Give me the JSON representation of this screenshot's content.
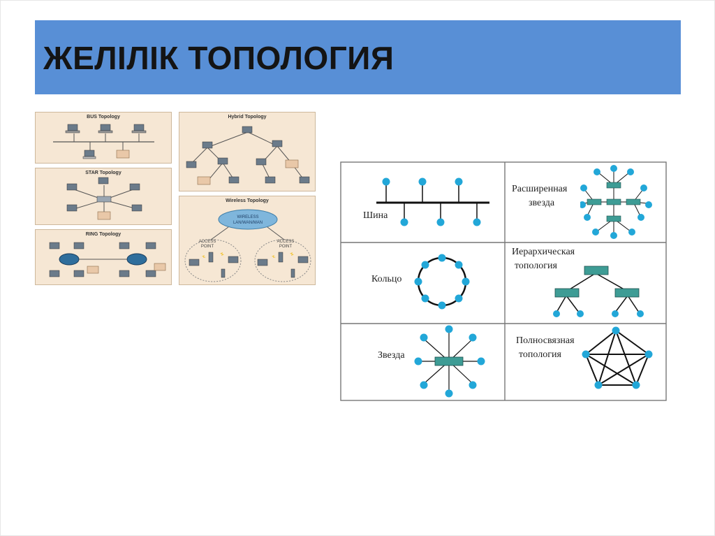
{
  "slide": {
    "title": "ЖЕЛІЛІК ТОПОЛОГИЯ",
    "colors": {
      "title_bar": "#588fd6",
      "node": "#22a7d8",
      "switch": "#3e9c95",
      "panel_bg": "#f6e7d4"
    }
  },
  "left_panels": {
    "bus": {
      "title": "BUS Topology"
    },
    "star": {
      "title": "STAR Topology"
    },
    "ring": {
      "title": "RING Topology"
    },
    "hybrid": {
      "title": "Hybrid Topology"
    },
    "wireless": {
      "title": "Wireless Topology",
      "cloud_line1": "WIRELESS",
      "cloud_line2": "LAN/WAN/MAN",
      "ap_line1": "ACCESS",
      "ap_line2": "POINT"
    }
  },
  "topology_table": {
    "bus": "Шина",
    "extended_star_1": "Расширенная",
    "extended_star_2": "звезда",
    "ring": "Кольцо",
    "hierarchical_1": "Иерархическая",
    "hierarchical_2": "топология",
    "star": "Звезда",
    "full_mesh_1": "Полносвязная",
    "full_mesh_2": "топология"
  }
}
